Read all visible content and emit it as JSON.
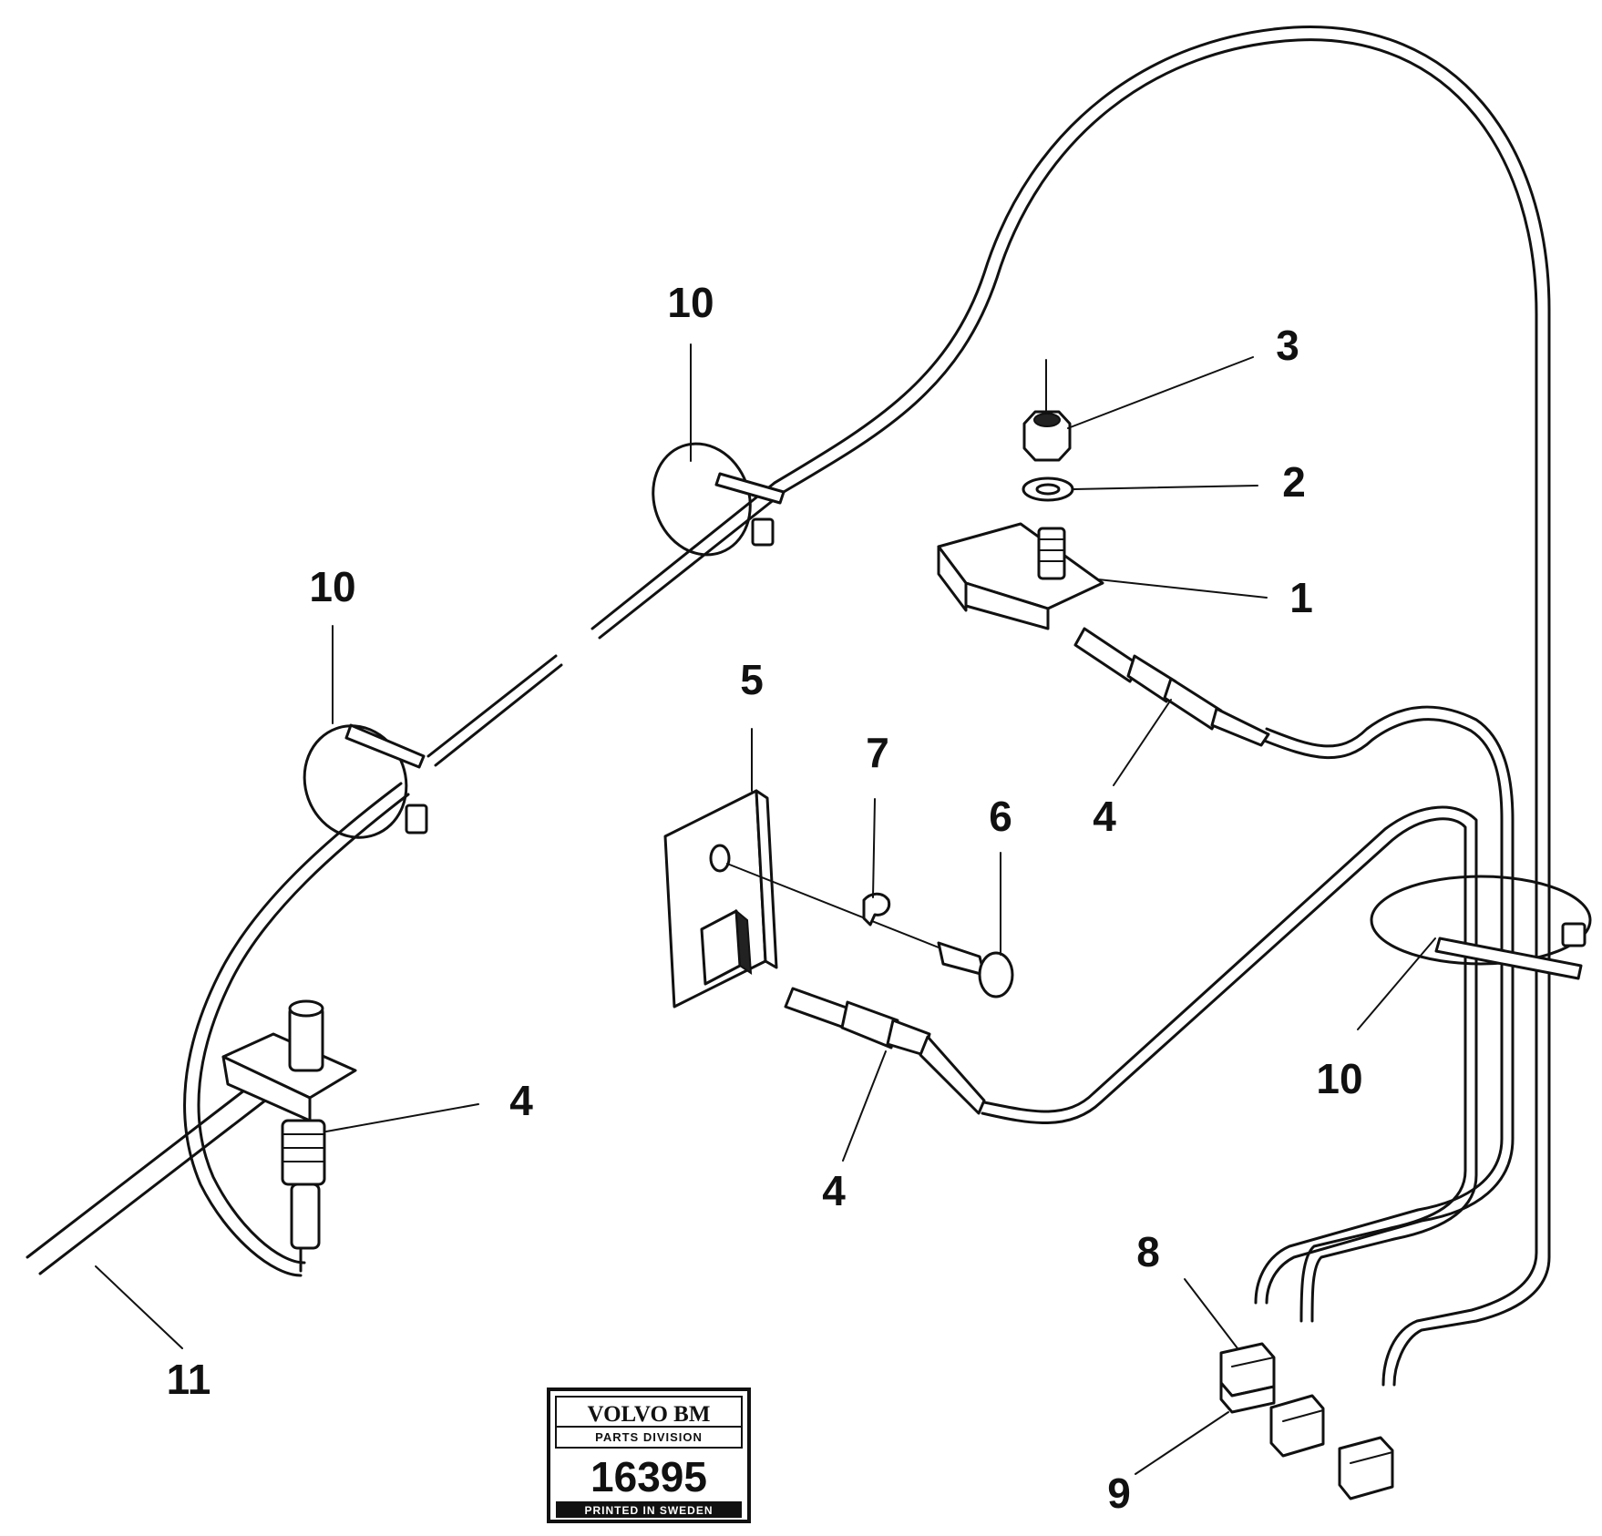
{
  "callouts": [
    {
      "id": "c1",
      "text": "1"
    },
    {
      "id": "c2",
      "text": "2"
    },
    {
      "id": "c3",
      "text": "3"
    },
    {
      "id": "c4a",
      "text": "4"
    },
    {
      "id": "c4b",
      "text": "4"
    },
    {
      "id": "c4c",
      "text": "4"
    },
    {
      "id": "c5",
      "text": "5"
    },
    {
      "id": "c6",
      "text": "6"
    },
    {
      "id": "c7",
      "text": "7"
    },
    {
      "id": "c8",
      "text": "8"
    },
    {
      "id": "c9",
      "text": "9"
    },
    {
      "id": "c10a",
      "text": "10"
    },
    {
      "id": "c10b",
      "text": "10"
    },
    {
      "id": "c10c",
      "text": "10"
    },
    {
      "id": "c11",
      "text": "11"
    }
  ],
  "plate": {
    "brand": "VOLVO BM",
    "division": "PARTS DIVISION",
    "number": "16395",
    "footer": "PRINTED IN SWEDEN"
  }
}
